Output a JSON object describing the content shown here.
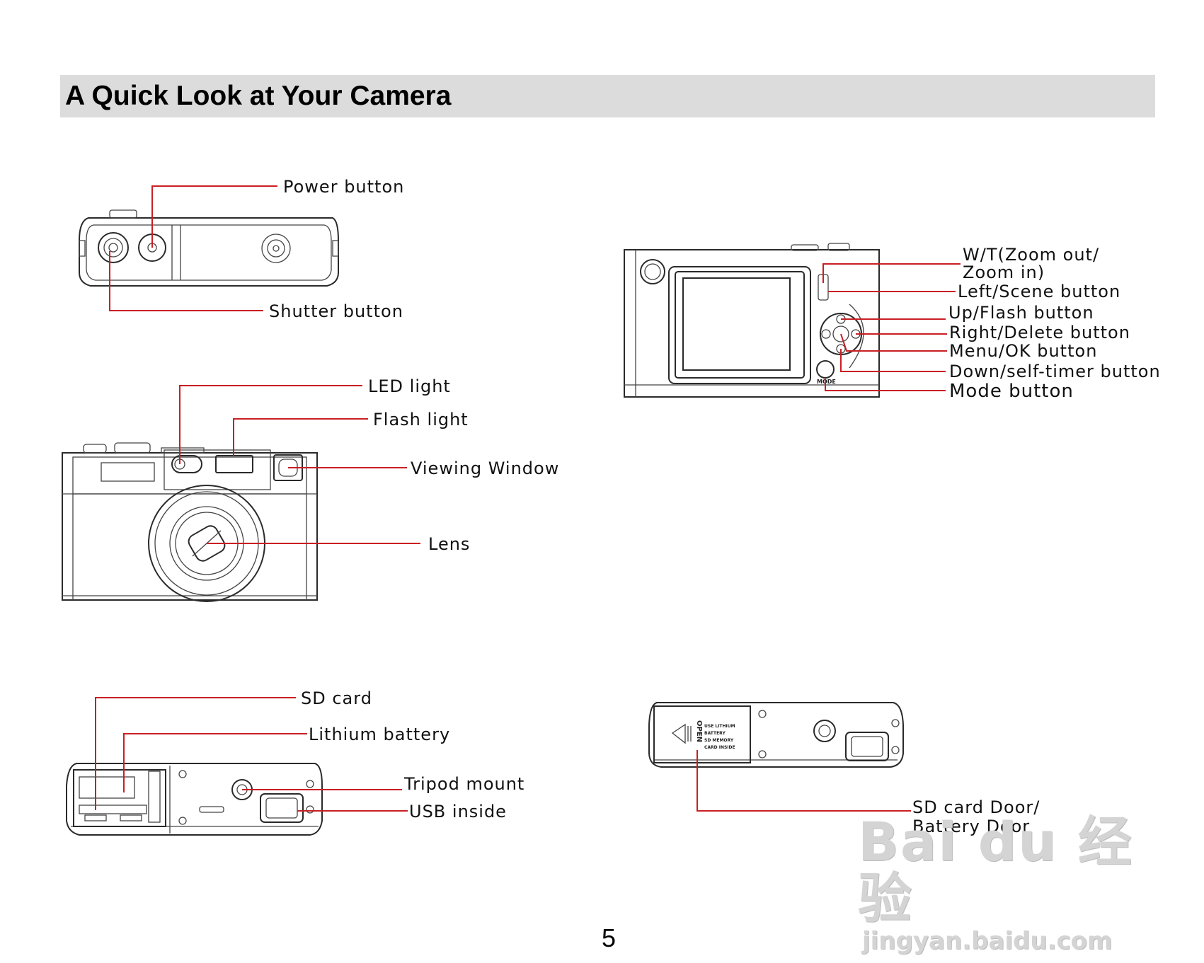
{
  "header": {
    "title": "A Quick Look at Your Camera"
  },
  "top_view": {
    "labels": {
      "power": "Power  button",
      "shutter": "Shutter  button"
    }
  },
  "front_view": {
    "labels": {
      "led": "LED   light",
      "flash": "Flash   light",
      "viewing": "Viewing Window",
      "lens": "Lens"
    }
  },
  "back_view": {
    "labels": {
      "wt_line1": "W/T(Zoom out/",
      "wt_line2": "Zoom in)",
      "left": "Left/Scene button",
      "up": "Up/Flash button",
      "right": "Right/Delete button",
      "menu": "Menu/OK button",
      "down": "Down/self-timer button",
      "mode": "Mode button"
    },
    "mode_marking": "MODE"
  },
  "bottom_open_view": {
    "labels": {
      "sd": "SD   card",
      "battery": "Lithium   battery",
      "tripod": "Tripod   mount",
      "usb": "USB inside"
    }
  },
  "bottom_closed_view": {
    "labels": {
      "door_line1": "SD card Door/",
      "door_line2": "Battery Door"
    },
    "door_open_text": "OPEN",
    "door_print": [
      "USE LITHIUM",
      "BATTERY",
      "SD MEMORY",
      "CARD INSIDE"
    ]
  },
  "footer": {
    "page_number": "5"
  },
  "watermark": {
    "brand": "Bai du 经验",
    "url": "jingyan.baidu.com"
  },
  "colors": {
    "leader_line": "#c91f24",
    "title_bar": "#dcdcdc"
  }
}
